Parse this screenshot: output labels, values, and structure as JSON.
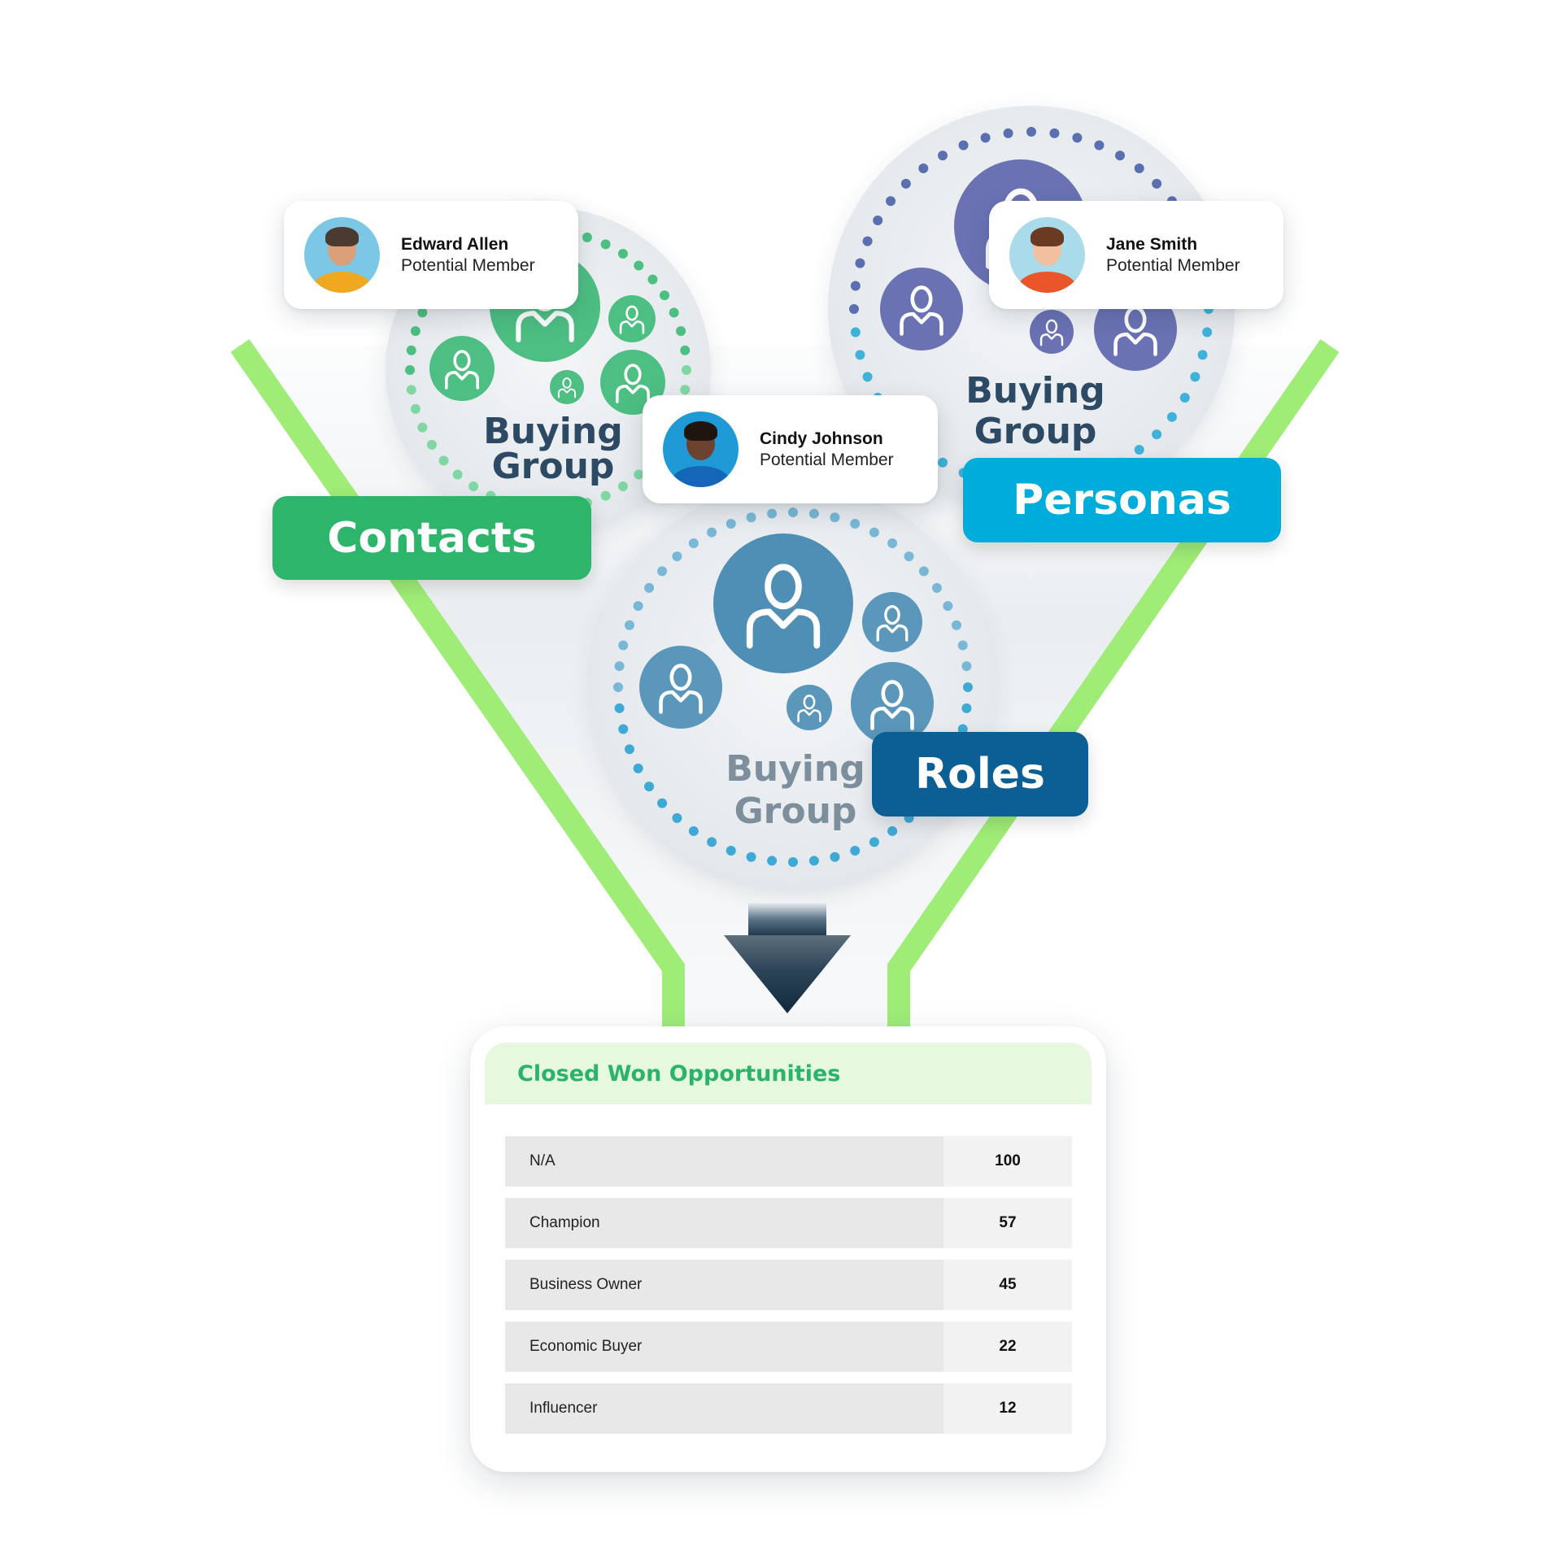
{
  "buying_groups": {
    "contacts_group": {
      "title_line1": "Buying",
      "title_line2": "Group",
      "color": "#4dbf82"
    },
    "personas_group": {
      "title_line1": "Buying",
      "title_line2": "Group",
      "color": "#6a72b3"
    },
    "roles_group": {
      "title_line1": "Buying",
      "title_line2": "Group",
      "color": "#4f8fb5"
    }
  },
  "labels": {
    "contacts": "Contacts",
    "personas": "Personas",
    "roles": "Roles"
  },
  "people": {
    "edward": {
      "name": "Edward Allen",
      "status": "Potential Member"
    },
    "jane": {
      "name": "Jane Smith",
      "status": "Potential Member"
    },
    "cindy": {
      "name": "Cindy Johnson",
      "status": "Potential Member"
    }
  },
  "results": {
    "title": "Closed Won Opportunities",
    "rows": [
      {
        "label": "N/A",
        "value": "100"
      },
      {
        "label": "Champion",
        "value": "57"
      },
      {
        "label": "Business Owner",
        "value": "45"
      },
      {
        "label": "Economic Buyer",
        "value": "22"
      },
      {
        "label": "Influencer",
        "value": "12"
      }
    ]
  },
  "colors": {
    "funnel_outline": "#9fec77",
    "contacts_badge": "#2db56c",
    "personas_badge": "#00acd9",
    "roles_badge": "#0b5f94",
    "results_title": "#2bb36a",
    "results_header_bg": "#e6f9df",
    "group_title": "#2c4a63"
  },
  "icons": {
    "person": "person-outline-icon",
    "arrow": "arrow-down-icon"
  }
}
